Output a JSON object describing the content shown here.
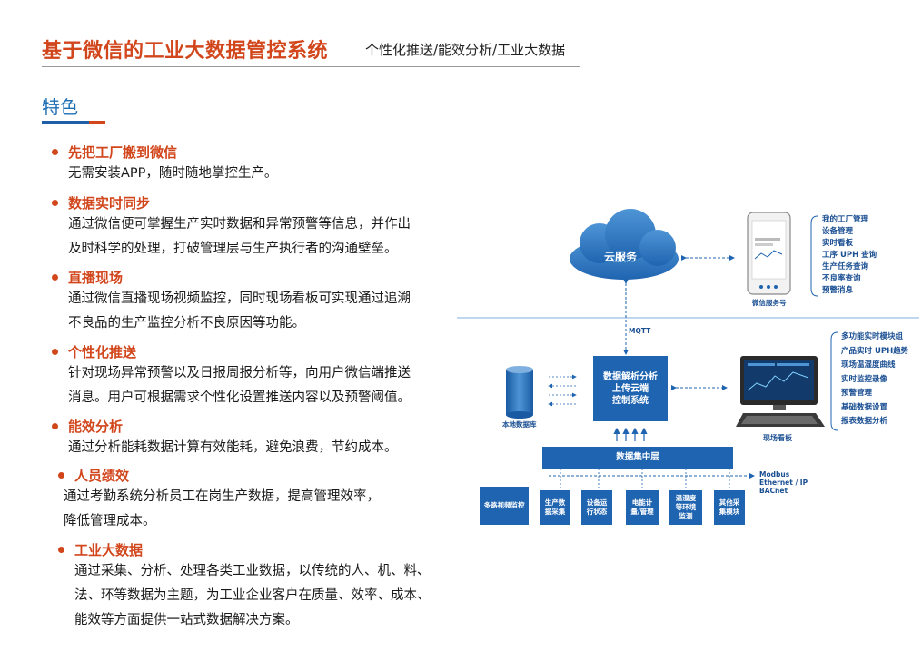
{
  "header": {
    "title": "基于微信的工业大数据管控系统",
    "subtitle": "个性化推送/能效分析/工业大数据"
  },
  "section": {
    "title": "特色"
  },
  "features": [
    {
      "title": "先把工厂搬到微信",
      "lines": [
        "无需安装APP，随时随地掌控生产。"
      ]
    },
    {
      "title": "数据实时同步",
      "lines": [
        "通过微信便可掌握生产实时数据和异常预警等信息，并作出",
        "及时科学的处理，打破管理层与生产执行者的沟通壁垒。"
      ]
    },
    {
      "title": "直播现场",
      "lines": [
        "通过微信直播现场视频监控，同时现场看板可实现通过追溯",
        "不良品的生产监控分析不良原因等功能。"
      ]
    },
    {
      "title": "个性化推送",
      "lines": [
        "针对现场异常预警以及日报周报分析等，向用户微信端推送",
        "消息。用户可根据需求个性化设置推送内容以及预警阈值。"
      ]
    },
    {
      "title": "能效分析",
      "lines": [
        "通过分析能耗数据计算有效能耗，避免浪费，节约成本。"
      ]
    },
    {
      "title": "人员绩效",
      "lines": [
        "通过考勤系统分析员工在岗生产数据，提高管理效率，",
        "降低管理成本。"
      ]
    },
    {
      "title": "工业大数据",
      "lines": [
        "通过采集、分析、处理各类工业数据，以传统的人、机、料、",
        "法、环等数据为主题，为工业企业客户在质量、效率、成本、",
        "能效等方面提供一站式数据解决方案。"
      ]
    }
  ],
  "diagram": {
    "cloud_label": "云服务",
    "mqtt_label": "MQTT",
    "phone_caption": "微信服务号",
    "wechat_menu": [
      "我的工厂管理",
      "设备管理",
      "实时看板",
      "工序 UPH 查询",
      "生产任务查询",
      "不良率查询",
      "预警消息"
    ],
    "db_caption": "本地数据库",
    "center_box": [
      "数据解析分析",
      "上传云端",
      "控制系统"
    ],
    "monitor_caption": "现场看板",
    "board_menu": [
      "多功能实时模块组",
      "产品实时 UPH趋势",
      "现场温湿度曲线",
      "实时监控录像",
      "预警管理",
      "基础数据设置",
      "报表数据分析"
    ],
    "data_hub": "数据集中层",
    "protocols": [
      "Modbus",
      "Ethernet / IP",
      "BACnet"
    ],
    "bottom_boxes": [
      {
        "lines": [
          "多路视频监控"
        ]
      },
      {
        "lines": [
          "生产数",
          "据采集"
        ]
      },
      {
        "lines": [
          "设备运",
          "行状态"
        ]
      },
      {
        "lines": [
          "电能计",
          "量/管理"
        ]
      },
      {
        "lines": [
          "温湿度",
          "等环境",
          "监测"
        ]
      },
      {
        "lines": [
          "其他采",
          "集模块"
        ]
      }
    ],
    "colors": {
      "primary": "#1f64b0",
      "accent": "#d2461c",
      "light": "#7fb0e0"
    }
  }
}
